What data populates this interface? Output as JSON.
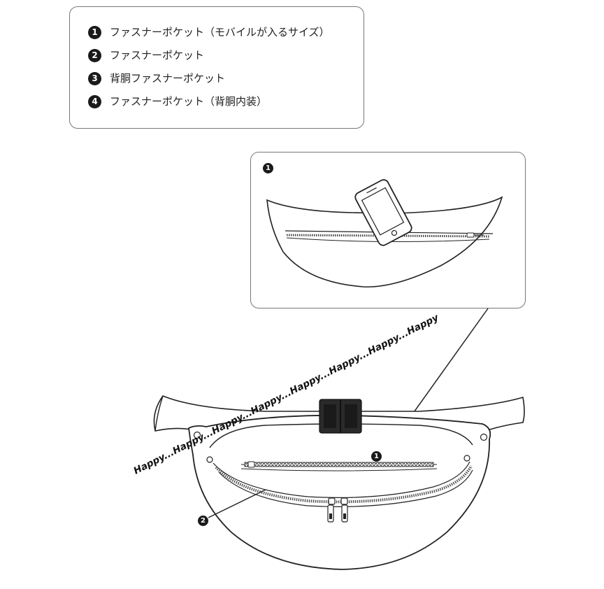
{
  "legend": {
    "items": [
      {
        "num": "1",
        "text": "ファスナーポケット（モバイルが入るサイズ）"
      },
      {
        "num": "2",
        "text": "ファスナーポケット"
      },
      {
        "num": "3",
        "text": "背胴ファスナーポケット"
      },
      {
        "num": "4",
        "text": "ファスナーポケット（背胴内装）"
      }
    ]
  },
  "inset": {
    "badge": "1"
  },
  "callouts": {
    "pocket1": "1",
    "pocket2": "2"
  },
  "watermark": "Happy...Happy...Happy...Happy...Happy...Happy...Happy...Happy"
}
